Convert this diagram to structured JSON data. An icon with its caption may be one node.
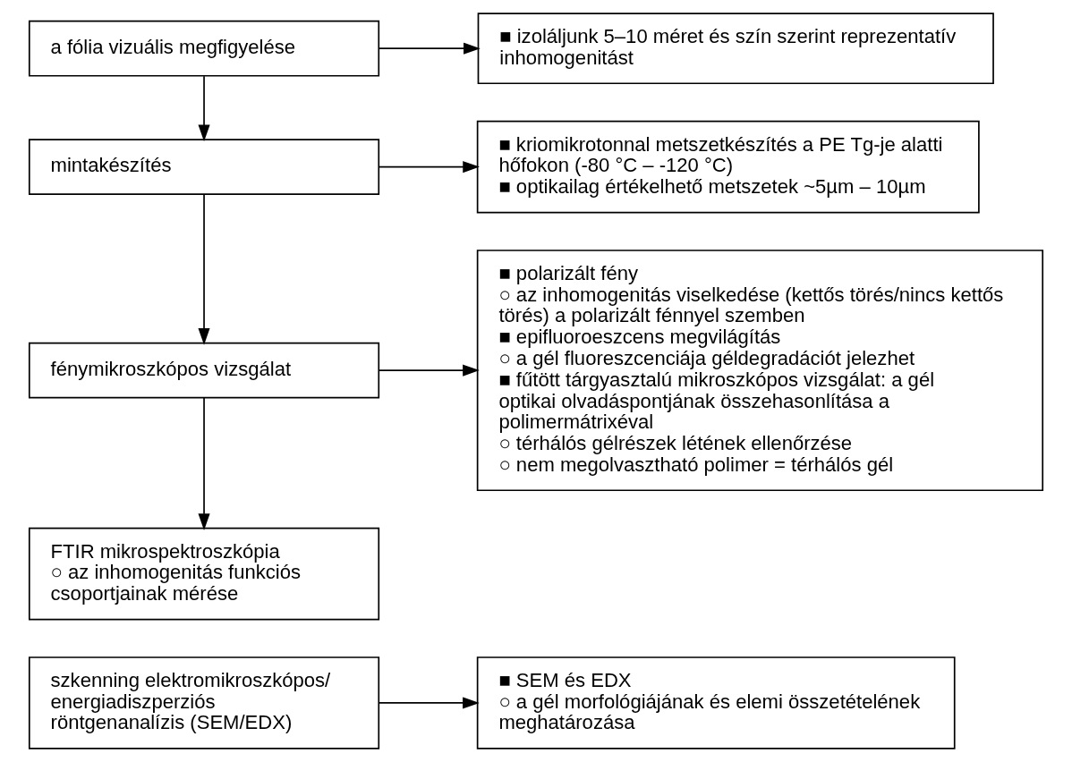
{
  "diagram": {
    "nodes": [
      {
        "text": [
          "a fólia vizuális megfigyelése"
        ]
      },
      {
        "text": [
          "■ izoláljunk 5–10 méret és szín szerint reprezentatív inhomogenitást"
        ]
      },
      {
        "text": [
          "mintakészítés"
        ]
      },
      {
        "text": [
          "■ kriomikrotonnal metszetkészítés a PE Tg-je alatti hőfokon (-80 °C – -120 °C)",
          "■ optikailag értékelhető metszetek ~5µm – 10µm"
        ]
      },
      {
        "text": [
          "fénymikroszkópos vizsgálat"
        ]
      },
      {
        "text": [
          "■ polarizált fény",
          "○ az inhomogenitás viselkedése (kettős törés/nincs kettős törés) a polarizált fénnyel szemben",
          "■ epifluoroeszcens megvilágítás",
          "○ a gél fluoreszcenciája géldegradációt jelezhet",
          "■ fűtött tárgyasztalú mikroszkópos vizsgálat: a gél optikai olvadáspontjának összehasonlítása a polimermátrixéval",
          "○ térhálós gélrészek létének ellenőrzése",
          "○ nem megolvasztható polimer = térhálós gél"
        ]
      },
      {
        "text": [
          "FTIR mikrospektroszkópia",
          "○ az inhomogenitás funkciós csoportjainak mérése"
        ]
      },
      {
        "text": [
          "szkenning elektromikroszkópos/ energiadiszperziós röntgenanalízis (SEM/EDX)"
        ]
      },
      {
        "text": [
          "■ SEM és EDX",
          "○ a gél morfológiájának és elemi összetételének meghatározása"
        ]
      }
    ],
    "edges": [
      {
        "from": 0,
        "to": 1,
        "arrow": "to"
      },
      {
        "from": 0,
        "to": 2,
        "arrow": "to"
      },
      {
        "from": 2,
        "to": 3,
        "arrow": "to"
      },
      {
        "from": 2,
        "to": 4,
        "arrow": "to"
      },
      {
        "from": 4,
        "to": 5,
        "arrow": "to"
      },
      {
        "from": 4,
        "to": 6,
        "arrow": "to"
      },
      {
        "from": 7,
        "to": 8,
        "arrow": "to"
      }
    ]
  }
}
